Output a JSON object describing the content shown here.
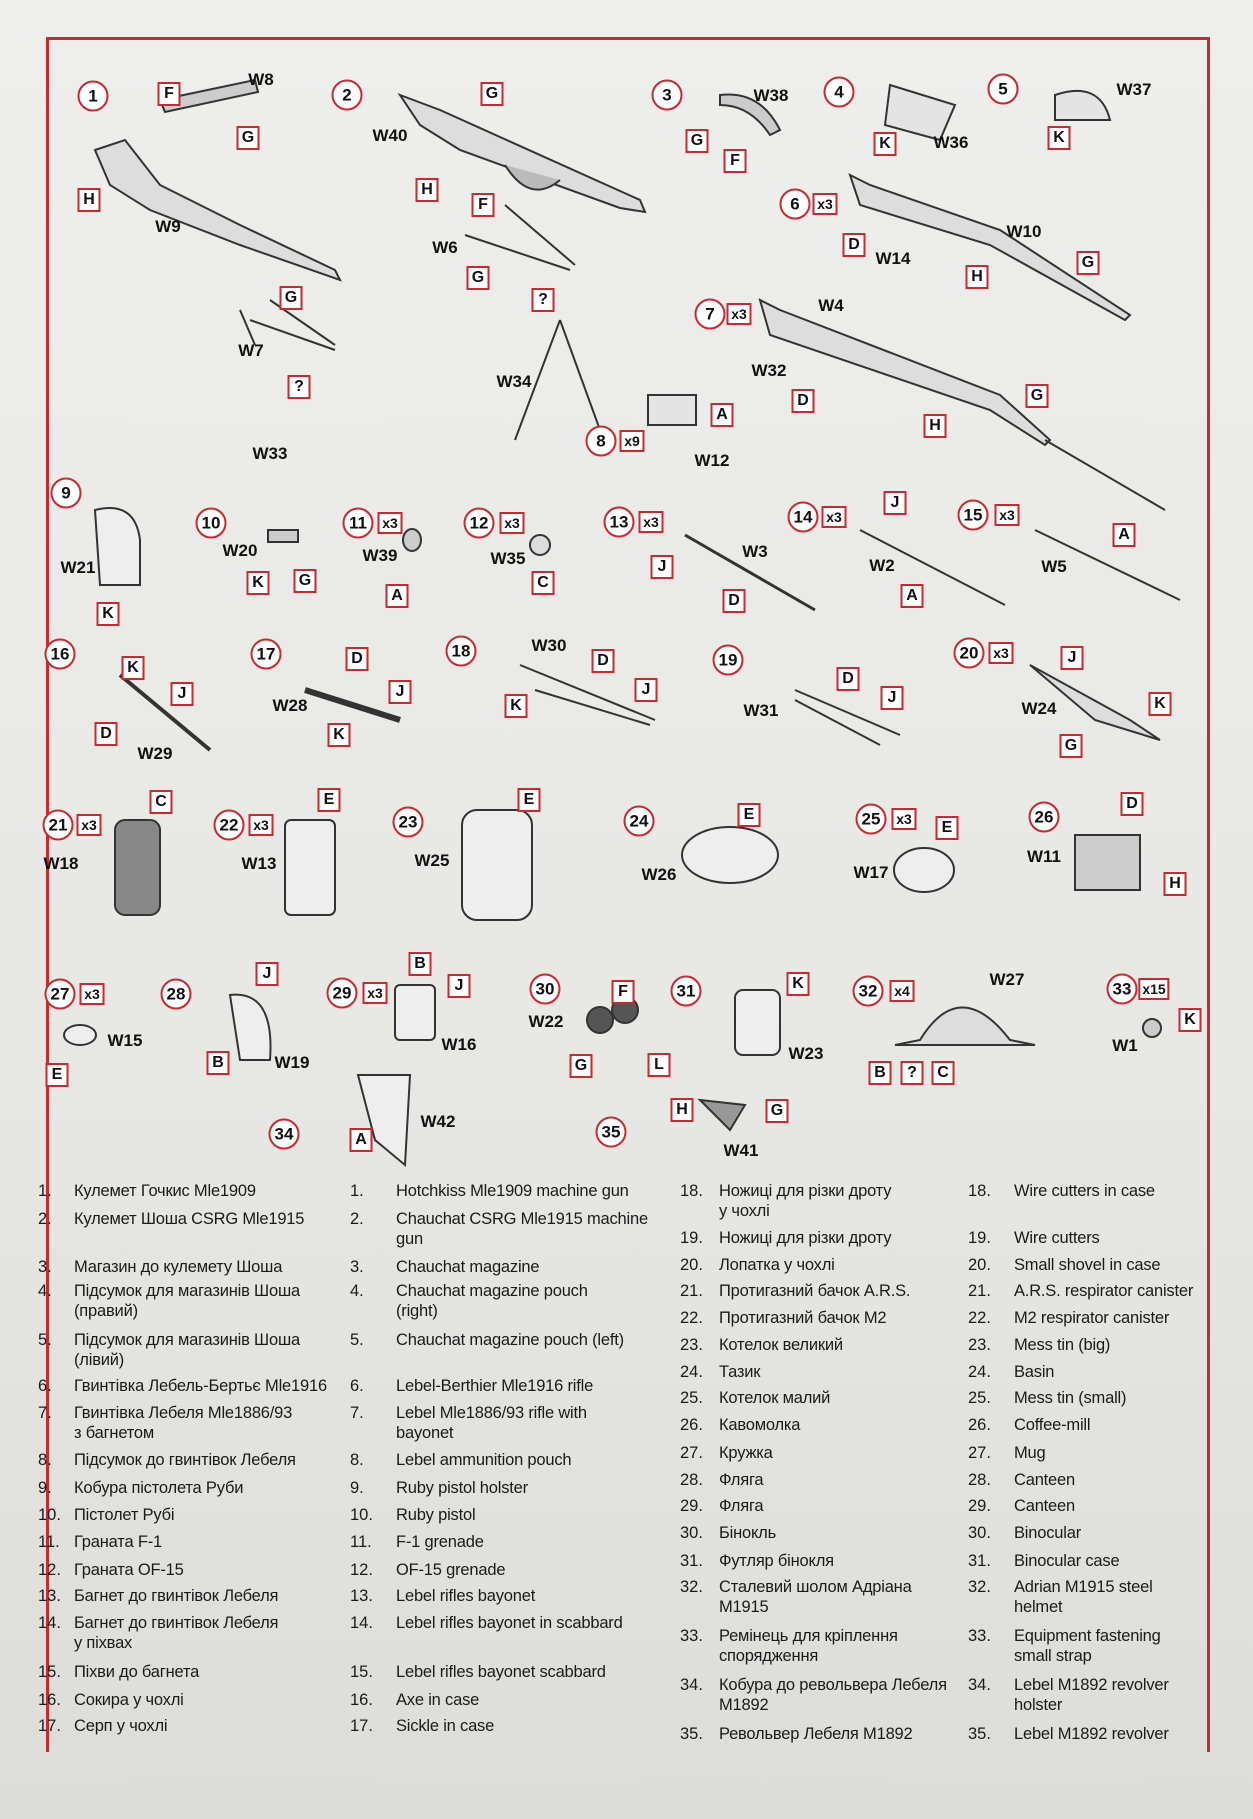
{
  "callouts": [
    {
      "t": "c",
      "v": "1"
    },
    {
      "t": "b",
      "v": "F"
    },
    {
      "t": "w",
      "v": "W8"
    },
    {
      "t": "b",
      "v": "G"
    },
    {
      "t": "b",
      "v": "H"
    },
    {
      "t": "w",
      "v": "W9"
    },
    {
      "t": "b",
      "v": "G"
    },
    {
      "t": "w",
      "v": "W7"
    },
    {
      "t": "b",
      "v": "?"
    },
    {
      "t": "w",
      "v": "W33"
    },
    {
      "t": "c",
      "v": "2"
    },
    {
      "t": "b",
      "v": "G"
    },
    {
      "t": "w",
      "v": "W40"
    },
    {
      "t": "b",
      "v": "H"
    },
    {
      "t": "b",
      "v": "F"
    },
    {
      "t": "w",
      "v": "W6"
    },
    {
      "t": "b",
      "v": "G"
    },
    {
      "t": "b",
      "v": "?"
    },
    {
      "t": "w",
      "v": "W34"
    },
    {
      "t": "c",
      "v": "3"
    },
    {
      "t": "w",
      "v": "W38"
    },
    {
      "t": "b",
      "v": "G"
    },
    {
      "t": "b",
      "v": "F"
    },
    {
      "t": "c",
      "v": "4"
    },
    {
      "t": "b",
      "v": "K"
    },
    {
      "t": "w",
      "v": "W36"
    },
    {
      "t": "c",
      "v": "5"
    },
    {
      "t": "w",
      "v": "W37"
    },
    {
      "t": "b",
      "v": "K"
    },
    {
      "t": "c",
      "v": "6"
    },
    {
      "t": "m",
      "v": "x3"
    },
    {
      "t": "w",
      "v": "W10"
    },
    {
      "t": "b",
      "v": "D"
    },
    {
      "t": "w",
      "v": "W14"
    },
    {
      "t": "b",
      "v": "H"
    },
    {
      "t": "b",
      "v": "G"
    },
    {
      "t": "c",
      "v": "7"
    },
    {
      "t": "m",
      "v": "x3"
    },
    {
      "t": "w",
      "v": "W4"
    },
    {
      "t": "w",
      "v": "W32"
    },
    {
      "t": "b",
      "v": "D"
    },
    {
      "t": "b",
      "v": "H"
    },
    {
      "t": "b",
      "v": "G"
    },
    {
      "t": "c",
      "v": "8"
    },
    {
      "t": "m",
      "v": "x9"
    },
    {
      "t": "b",
      "v": "A"
    },
    {
      "t": "w",
      "v": "W12"
    },
    {
      "t": "c",
      "v": "9"
    },
    {
      "t": "w",
      "v": "W21"
    },
    {
      "t": "b",
      "v": "K"
    },
    {
      "t": "c",
      "v": "10"
    },
    {
      "t": "w",
      "v": "W20"
    },
    {
      "t": "b",
      "v": "K"
    },
    {
      "t": "b",
      "v": "G"
    },
    {
      "t": "c",
      "v": "11"
    },
    {
      "t": "m",
      "v": "x3"
    },
    {
      "t": "w",
      "v": "W39"
    },
    {
      "t": "b",
      "v": "A"
    },
    {
      "t": "c",
      "v": "12"
    },
    {
      "t": "m",
      "v": "x3"
    },
    {
      "t": "w",
      "v": "W35"
    },
    {
      "t": "b",
      "v": "C"
    },
    {
      "t": "c",
      "v": "13"
    },
    {
      "t": "m",
      "v": "x3"
    },
    {
      "t": "w",
      "v": "W3"
    },
    {
      "t": "b",
      "v": "J"
    },
    {
      "t": "b",
      "v": "D"
    },
    {
      "t": "c",
      "v": "14"
    },
    {
      "t": "m",
      "v": "x3"
    },
    {
      "t": "b",
      "v": "J"
    },
    {
      "t": "w",
      "v": "W2"
    },
    {
      "t": "b",
      "v": "A"
    },
    {
      "t": "c",
      "v": "15"
    },
    {
      "t": "m",
      "v": "x3"
    },
    {
      "t": "b",
      "v": "A"
    },
    {
      "t": "w",
      "v": "W5"
    },
    {
      "t": "c",
      "v": "16"
    },
    {
      "t": "b",
      "v": "K"
    },
    {
      "t": "b",
      "v": "J"
    },
    {
      "t": "b",
      "v": "D"
    },
    {
      "t": "w",
      "v": "W29"
    },
    {
      "t": "c",
      "v": "17"
    },
    {
      "t": "b",
      "v": "D"
    },
    {
      "t": "w",
      "v": "W28"
    },
    {
      "t": "b",
      "v": "J"
    },
    {
      "t": "b",
      "v": "K"
    },
    {
      "t": "c",
      "v": "18"
    },
    {
      "t": "w",
      "v": "W30"
    },
    {
      "t": "b",
      "v": "D"
    },
    {
      "t": "b",
      "v": "J"
    },
    {
      "t": "b",
      "v": "K"
    },
    {
      "t": "c",
      "v": "19"
    },
    {
      "t": "b",
      "v": "D"
    },
    {
      "t": "b",
      "v": "J"
    },
    {
      "t": "w",
      "v": "W31"
    },
    {
      "t": "c",
      "v": "20"
    },
    {
      "t": "m",
      "v": "x3"
    },
    {
      "t": "b",
      "v": "J"
    },
    {
      "t": "w",
      "v": "W24"
    },
    {
      "t": "b",
      "v": "K"
    },
    {
      "t": "b",
      "v": "G"
    },
    {
      "t": "c",
      "v": "21"
    },
    {
      "t": "m",
      "v": "x3"
    },
    {
      "t": "b",
      "v": "C"
    },
    {
      "t": "w",
      "v": "W18"
    },
    {
      "t": "c",
      "v": "22"
    },
    {
      "t": "m",
      "v": "x3"
    },
    {
      "t": "b",
      "v": "E"
    },
    {
      "t": "w",
      "v": "W13"
    },
    {
      "t": "c",
      "v": "23"
    },
    {
      "t": "b",
      "v": "E"
    },
    {
      "t": "w",
      "v": "W25"
    },
    {
      "t": "c",
      "v": "24"
    },
    {
      "t": "b",
      "v": "E"
    },
    {
      "t": "w",
      "v": "W26"
    },
    {
      "t": "c",
      "v": "25"
    },
    {
      "t": "m",
      "v": "x3"
    },
    {
      "t": "b",
      "v": "E"
    },
    {
      "t": "w",
      "v": "W17"
    },
    {
      "t": "c",
      "v": "26"
    },
    {
      "t": "b",
      "v": "D"
    },
    {
      "t": "w",
      "v": "W11"
    },
    {
      "t": "b",
      "v": "H"
    },
    {
      "t": "c",
      "v": "27"
    },
    {
      "t": "m",
      "v": "x3"
    },
    {
      "t": "w",
      "v": "W15"
    },
    {
      "t": "b",
      "v": "E"
    },
    {
      "t": "c",
      "v": "28"
    },
    {
      "t": "b",
      "v": "J"
    },
    {
      "t": "b",
      "v": "B"
    },
    {
      "t": "w",
      "v": "W19"
    },
    {
      "t": "c",
      "v": "29"
    },
    {
      "t": "m",
      "v": "x3"
    },
    {
      "t": "b",
      "v": "B"
    },
    {
      "t": "b",
      "v": "J"
    },
    {
      "t": "w",
      "v": "W16"
    },
    {
      "t": "c",
      "v": "30"
    },
    {
      "t": "b",
      "v": "F"
    },
    {
      "t": "w",
      "v": "W22"
    },
    {
      "t": "b",
      "v": "G"
    },
    {
      "t": "b",
      "v": "L"
    },
    {
      "t": "c",
      "v": "31"
    },
    {
      "t": "b",
      "v": "K"
    },
    {
      "t": "w",
      "v": "W23"
    },
    {
      "t": "c",
      "v": "32"
    },
    {
      "t": "m",
      "v": "x4"
    },
    {
      "t": "w",
      "v": "W27"
    },
    {
      "t": "b",
      "v": "B"
    },
    {
      "t": "b",
      "v": "?"
    },
    {
      "t": "b",
      "v": "C"
    },
    {
      "t": "c",
      "v": "33"
    },
    {
      "t": "m",
      "v": "x15"
    },
    {
      "t": "b",
      "v": "K"
    },
    {
      "t": "w",
      "v": "W1"
    },
    {
      "t": "c",
      "v": "34"
    },
    {
      "t": "b",
      "v": "A"
    },
    {
      "t": "w",
      "v": "W42"
    },
    {
      "t": "c",
      "v": "35"
    },
    {
      "t": "b",
      "v": "H"
    },
    {
      "t": "b",
      "v": "G"
    },
    {
      "t": "w",
      "v": "W41"
    }
  ],
  "parts_list_left": [
    {
      "n": "1.",
      "ua": "Кулемет Гочкис Mle1909",
      "en": "Hotchkiss Mle1909 machine gun"
    },
    {
      "n": "2.",
      "ua": "Кулемет Шоша CSRG Mle1915",
      "en": "Chauchat CSRG Mle1915 machine\ngun"
    },
    {
      "n": "3.",
      "ua": "Магазин до кулемету Шоша",
      "en": "Chauchat magazine"
    },
    {
      "n": "4.",
      "ua": "Підсумок для магазинів Шоша\n(правий)",
      "en": "Chauchat magazine pouch\n(right)"
    },
    {
      "n": "5.",
      "ua": "Підсумок для магазинів Шоша\n(лівий)",
      "en": "Chauchat magazine pouch (left)"
    },
    {
      "n": "6.",
      "ua": "Гвинтівка Лебель-Бертьє Mle1916",
      "en": "Lebel-Berthier Mle1916 rifle"
    },
    {
      "n": "7.",
      "ua": "Гвинтівка Лебеля Mle1886/93\nз багнетом",
      "en": "Lebel Mle1886/93 rifle with\nbayonet"
    },
    {
      "n": "8.",
      "ua": "Підсумок до гвинтівок Лебеля",
      "en": "Lebel ammunition pouch"
    },
    {
      "n": "9.",
      "ua": "Кобура пістолета Руби",
      "en": "Ruby pistol holster"
    },
    {
      "n": "10.",
      "ua": "Пістолет Рубі",
      "en": "Ruby pistol"
    },
    {
      "n": "11.",
      "ua": "Граната F-1",
      "en": "F-1 grenade"
    },
    {
      "n": "12.",
      "ua": "Граната OF-15",
      "en": "OF-15 grenade"
    },
    {
      "n": "13.",
      "ua": "Багнет до гвинтівок Лебеля",
      "en": "Lebel rifles bayonet"
    },
    {
      "n": "14.",
      "ua": "Багнет до гвинтівок Лебеля\nу піхвах",
      "en": "Lebel rifles bayonet in scabbard"
    },
    {
      "n": "15.",
      "ua": "Піхви до багнета",
      "en": "Lebel rifles bayonet scabbard"
    },
    {
      "n": "16.",
      "ua": "Сокира у чохлі",
      "en": "Axe in case"
    },
    {
      "n": "17.",
      "ua": "Серп у чохлі",
      "en": "Sickle in case"
    }
  ],
  "parts_list_right": [
    {
      "n": "18.",
      "ua": "Ножиці для різки дроту\nу чохлі",
      "en": "Wire cutters in case"
    },
    {
      "n": "19.",
      "ua": "Ножиці для різки дроту",
      "en": "Wire cutters"
    },
    {
      "n": "20.",
      "ua": "Лопатка у чохлі",
      "en": "Small shovel in case"
    },
    {
      "n": "21.",
      "ua": "Протигазний бачок A.R.S.",
      "en": "A.R.S. respirator canister"
    },
    {
      "n": "22.",
      "ua": "Протигазний бачок M2",
      "en": "M2 respirator canister"
    },
    {
      "n": "23.",
      "ua": "Котелок великий",
      "en": "Mess tin (big)"
    },
    {
      "n": "24.",
      "ua": "Тазик",
      "en": "Basin"
    },
    {
      "n": "25.",
      "ua": "Котелок малий",
      "en": "Mess tin (small)"
    },
    {
      "n": "26.",
      "ua": "Кавомолка",
      "en": "Coffee-mill"
    },
    {
      "n": "27.",
      "ua": "Кружка",
      "en": "Mug"
    },
    {
      "n": "28.",
      "ua": "Фляга",
      "en": "Canteen"
    },
    {
      "n": "29.",
      "ua": "Фляга",
      "en": "Canteen"
    },
    {
      "n": "30.",
      "ua": "Бінокль",
      "en": "Binocular"
    },
    {
      "n": "31.",
      "ua": "Футляр бінокля",
      "en": "Binocular case"
    },
    {
      "n": "32.",
      "ua": "Сталевий шолом Адріана\nM1915",
      "en": "Adrian M1915 steel\nhelmet"
    },
    {
      "n": "33.",
      "ua": "Ремінець для кріплення\nспорядження",
      "en": "Equipment fastening\nsmall strap"
    },
    {
      "n": "34.",
      "ua": "Кобура до револьвера Лебеля\nM1892",
      "en": "Lebel M1892 revolver\nholster"
    },
    {
      "n": "35.",
      "ua": "Револьвер Лебеля M1892",
      "en": "Lebel M1892 revolver"
    }
  ],
  "colors": {
    "accent_red": "#d0262f",
    "paper": "#eeeeec"
  }
}
